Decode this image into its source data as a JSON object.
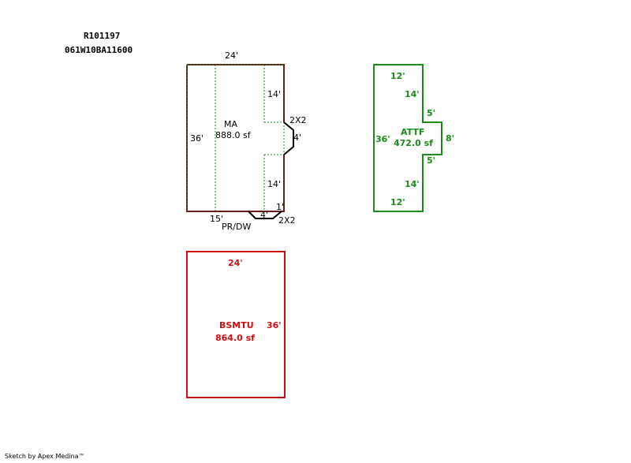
{
  "header": {
    "parcel_id": "R101197",
    "map_number": "061W10BA11600"
  },
  "footer": {
    "credit": "Sketch by Apex Medina™"
  },
  "colors": {
    "main": "#000000",
    "dotted": "#1a8a1a",
    "attic": "#1a8a1a",
    "basement": "#d01010",
    "border_dark": "#6b1a1a"
  },
  "sketches": {
    "main": {
      "code": "MA",
      "area": "888.0 sf",
      "dims": {
        "top": "24'",
        "left": "36'",
        "right_upper": "14'",
        "right_lower": "14'",
        "bump": "4'",
        "bottom": "15'",
        "bottom_small": "1'",
        "bottom_bump": "4'"
      }
    },
    "bay_upper": {
      "label": "2X2"
    },
    "bay_lower": {
      "label": "2X2"
    },
    "porch": {
      "label": "PR/DW"
    },
    "attic": {
      "code": "ATTF",
      "area": "472.0 sf",
      "dims": {
        "top": "12'",
        "bottom": "12'",
        "left": "36'",
        "right_upper": "14'",
        "right_lower": "14'",
        "bump_top": "5'",
        "bump_bottom": "5'",
        "bump_side": "8'"
      }
    },
    "basement": {
      "code": "BSMTU",
      "area": "864.0 sf",
      "dims": {
        "top": "24'",
        "right": "36'"
      }
    }
  }
}
